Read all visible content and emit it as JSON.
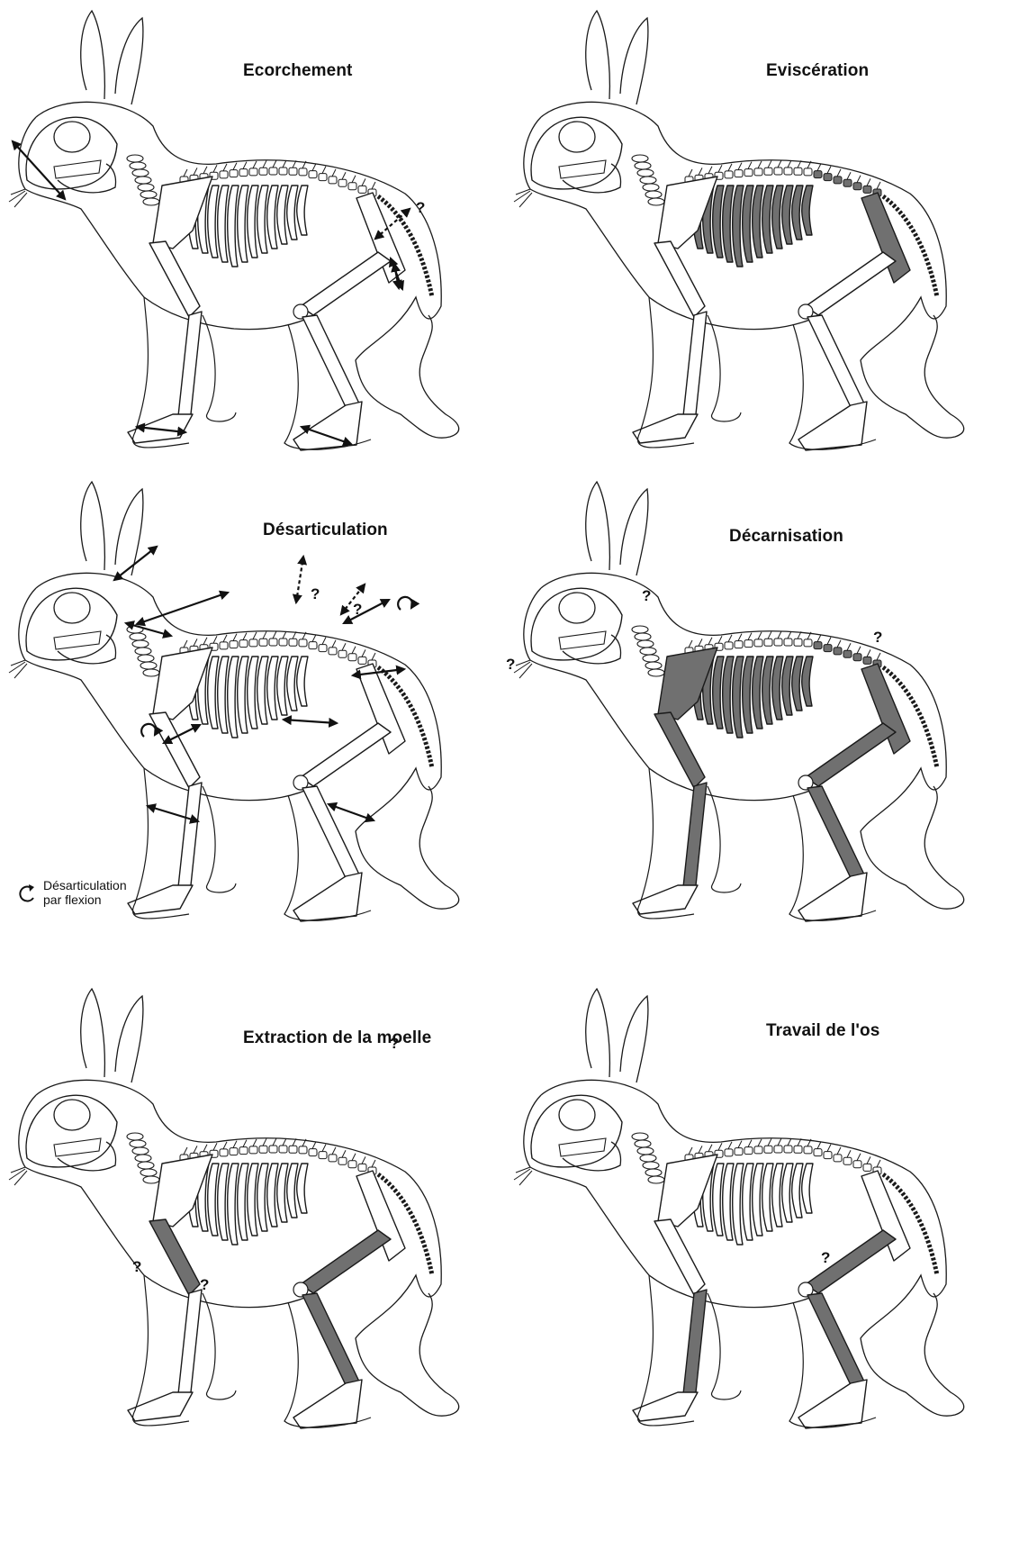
{
  "panels": [
    {
      "id": "ecorchement",
      "title": "Ecorchement",
      "highlight": [],
      "question_marks": [
        "?"
      ]
    },
    {
      "id": "evisceration",
      "title": "Eviscération",
      "highlight": [
        "ribs",
        "lumbar",
        "pelvis"
      ],
      "question_marks": []
    },
    {
      "id": "desarticulation",
      "title": "Désarticulation",
      "highlight": [],
      "question_marks": [
        "?",
        "?"
      ]
    },
    {
      "id": "decarnisation",
      "title": "Décarnisation",
      "highlight": [
        "scapula",
        "humerus",
        "radius",
        "ribs",
        "lumbar",
        "pelvis",
        "femur",
        "tibia"
      ],
      "question_marks": [
        "?",
        "?",
        "?"
      ]
    },
    {
      "id": "moelle",
      "title": "Extraction de la moelle",
      "highlight": [
        "humerus",
        "femur",
        "tibia"
      ],
      "question_marks": [
        "?",
        "?",
        "?"
      ]
    },
    {
      "id": "os",
      "title": "Travail de l'os",
      "highlight": [
        "radius",
        "femur",
        "tibia"
      ],
      "question_marks": [
        "?"
      ]
    }
  ],
  "legend": {
    "line1": "Désarticulation",
    "line2": "par flexion",
    "icon": "curved-arrow-icon"
  },
  "colors": {
    "bone_highlight": "#707070",
    "line": "#1a1a1a",
    "background": "#ffffff"
  }
}
